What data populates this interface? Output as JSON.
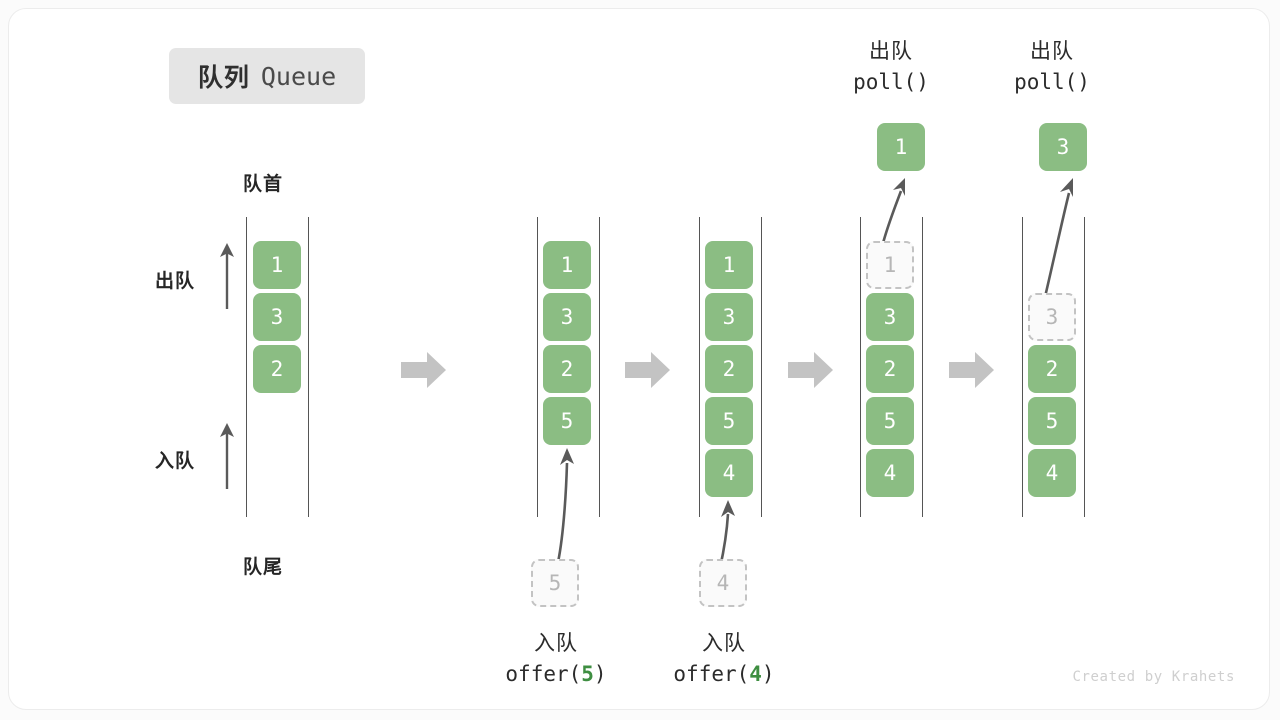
{
  "title": {
    "cn": "队列",
    "en": "Queue"
  },
  "labels": {
    "front": "队首",
    "rear": "队尾",
    "dequeue": "出队",
    "enqueue": "入队"
  },
  "watermark": "Created by Krahets",
  "colors": {
    "cell_fill": "#8bbd83",
    "cell_text": "#ffffff",
    "ghost_fill": "#fafafa",
    "ghost_text": "#b6b6b6",
    "ghost_border": "#c3c3c3",
    "rail": "#555555",
    "arrow": "#5a5a5a",
    "step_arrow": "#c3c3c3",
    "badge_bg": "#e5e5e5",
    "accent_green": "#3e8e41",
    "card_bg": "#ffffff",
    "page_bg": "#fbfbfb"
  },
  "columns": [
    {
      "id": "initial",
      "cells": [
        {
          "value": "1",
          "state": "filled"
        },
        {
          "value": "3",
          "state": "filled"
        },
        {
          "value": "2",
          "state": "filled"
        }
      ]
    },
    {
      "id": "after-offer-5",
      "cells": [
        {
          "value": "1",
          "state": "filled"
        },
        {
          "value": "3",
          "state": "filled"
        },
        {
          "value": "2",
          "state": "filled"
        },
        {
          "value": "5",
          "state": "filled"
        }
      ]
    },
    {
      "id": "after-offer-4",
      "cells": [
        {
          "value": "1",
          "state": "filled"
        },
        {
          "value": "3",
          "state": "filled"
        },
        {
          "value": "2",
          "state": "filled"
        },
        {
          "value": "5",
          "state": "filled"
        },
        {
          "value": "4",
          "state": "filled"
        }
      ]
    },
    {
      "id": "after-poll-1",
      "cells": [
        {
          "value": "1",
          "state": "ghost"
        },
        {
          "value": "3",
          "state": "filled"
        },
        {
          "value": "2",
          "state": "filled"
        },
        {
          "value": "5",
          "state": "filled"
        },
        {
          "value": "4",
          "state": "filled"
        }
      ]
    },
    {
      "id": "after-poll-3",
      "cells": [
        {
          "value": "",
          "state": "empty"
        },
        {
          "value": "3",
          "state": "ghost"
        },
        {
          "value": "2",
          "state": "filled"
        },
        {
          "value": "5",
          "state": "filled"
        },
        {
          "value": "4",
          "state": "filled"
        }
      ]
    }
  ],
  "operations": {
    "offer_5": {
      "cn": "入队",
      "code_prefix": "offer(",
      "arg": "5",
      "code_suffix": ")",
      "ghost_value": "5"
    },
    "offer_4": {
      "cn": "入队",
      "code_prefix": "offer(",
      "arg": "4",
      "code_suffix": ")",
      "ghost_value": "4"
    },
    "poll_1": {
      "cn": "出队",
      "code": "poll()",
      "popped_value": "1"
    },
    "poll_3": {
      "cn": "出队",
      "code": "poll()",
      "popped_value": "3"
    }
  }
}
